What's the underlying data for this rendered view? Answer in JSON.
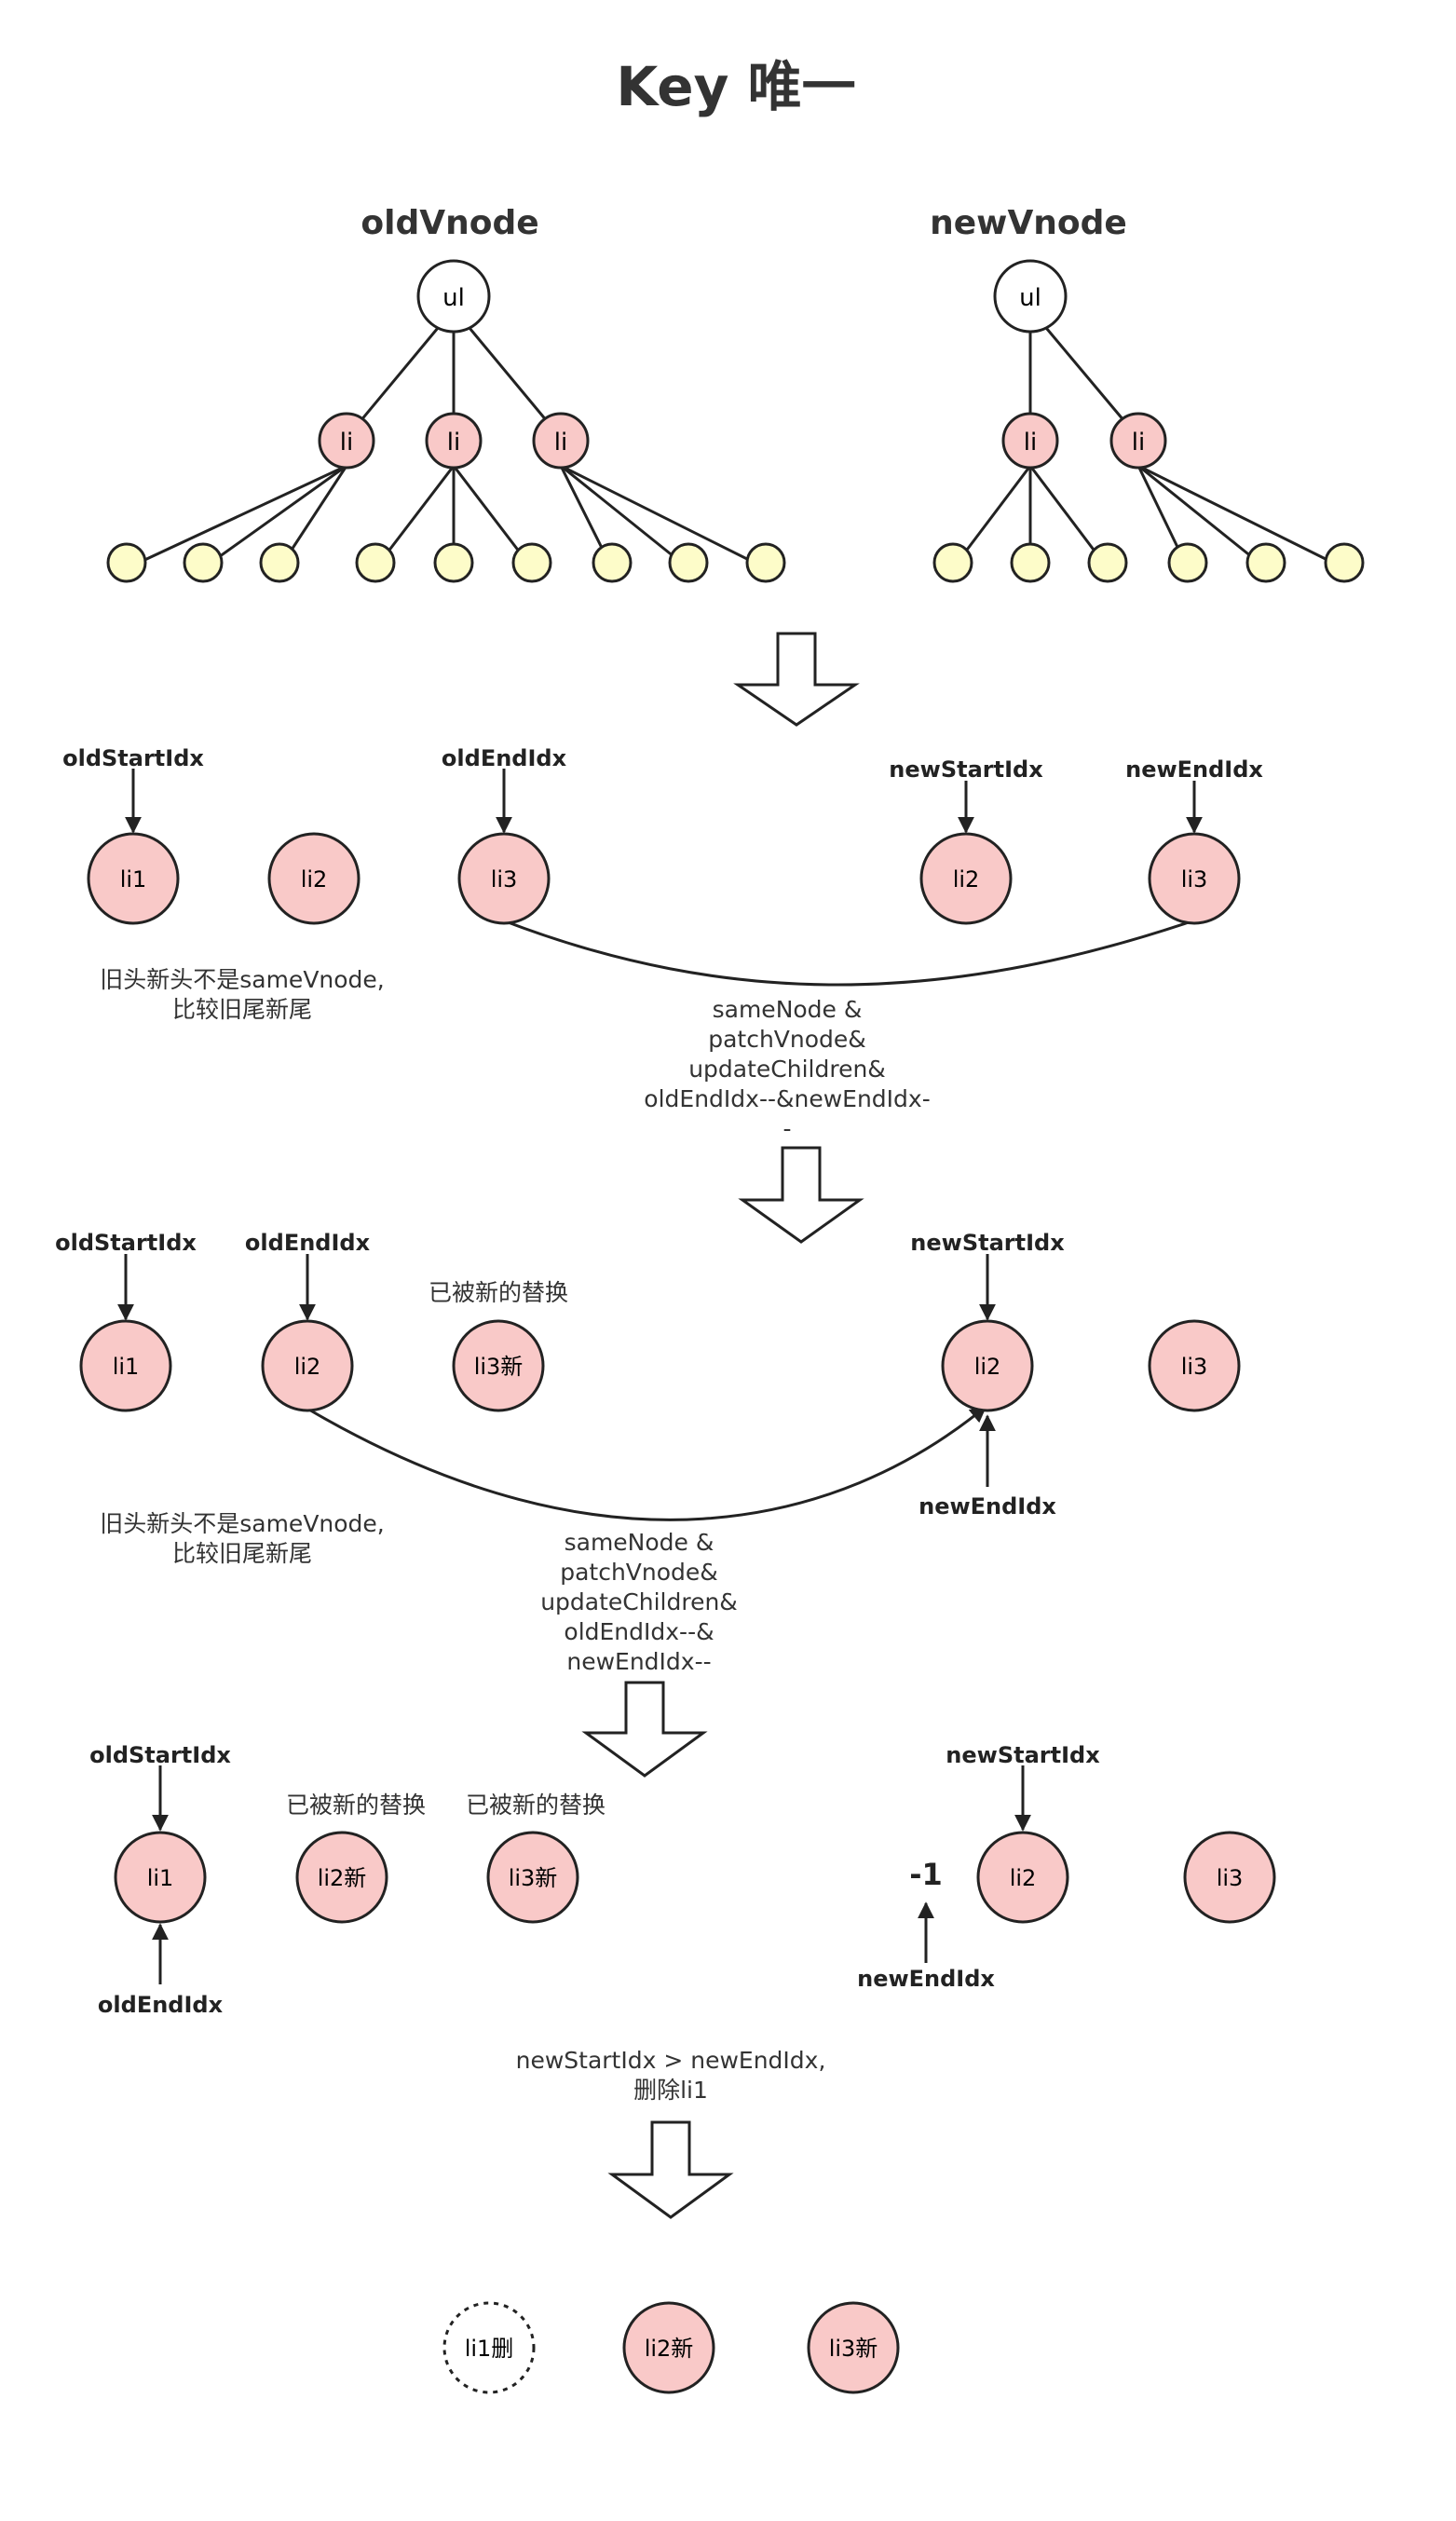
{
  "title": "Key 唯一",
  "trees": {
    "old_title": "oldVnode",
    "new_title": "newVnode",
    "root_label": "ul",
    "child_label": "li"
  },
  "step1": {
    "ptr_old_start": "oldStartIdx",
    "ptr_old_end": "oldEndIdx",
    "ptr_new_start": "newStartIdx",
    "ptr_new_end": "newEndIdx",
    "old_nodes": [
      "li1",
      "li2",
      "li3"
    ],
    "new_nodes": [
      "li2",
      "li3"
    ],
    "note_left": [
      "旧头新头不是sameVnode,",
      "比较旧尾新尾"
    ],
    "note_center": [
      "sameNode &",
      "patchVnode&",
      "updateChildren&",
      "oldEndIdx--&newEndIdx-",
      "-"
    ]
  },
  "step2": {
    "ptr_old_start": "oldStartIdx",
    "ptr_old_end": "oldEndIdx",
    "ptr_new_start": "newStartIdx",
    "ptr_new_end": "newEndIdx",
    "replaced_label": "已被新的替换",
    "old_nodes": [
      "li1",
      "li2",
      "li3新"
    ],
    "new_nodes": [
      "li2",
      "li3"
    ],
    "note_left": [
      "旧头新头不是sameVnode,",
      "比较旧尾新尾"
    ],
    "note_center": [
      "sameNode &",
      "patchVnode&",
      "updateChildren&",
      "oldEndIdx--&",
      "newEndIdx--"
    ]
  },
  "step3": {
    "ptr_old_start": "oldStartIdx",
    "ptr_old_end": "oldEndIdx",
    "ptr_new_start": "newStartIdx",
    "ptr_new_end": "newEndIdx",
    "replaced_label_1": "已被新的替换",
    "replaced_label_2": "已被新的替换",
    "minus_one": "-1",
    "old_nodes": [
      "li1",
      "li2新",
      "li3新"
    ],
    "new_nodes": [
      "li2",
      "li3"
    ],
    "note_center": [
      "newStartIdx > newEndIdx,",
      "删除li1"
    ]
  },
  "final": {
    "nodes": [
      "li1删",
      "li2新",
      "li3新"
    ]
  },
  "colors": {
    "pink": "#f9c9c8",
    "yellow": "#fdfcc9",
    "stroke": "#222222"
  }
}
